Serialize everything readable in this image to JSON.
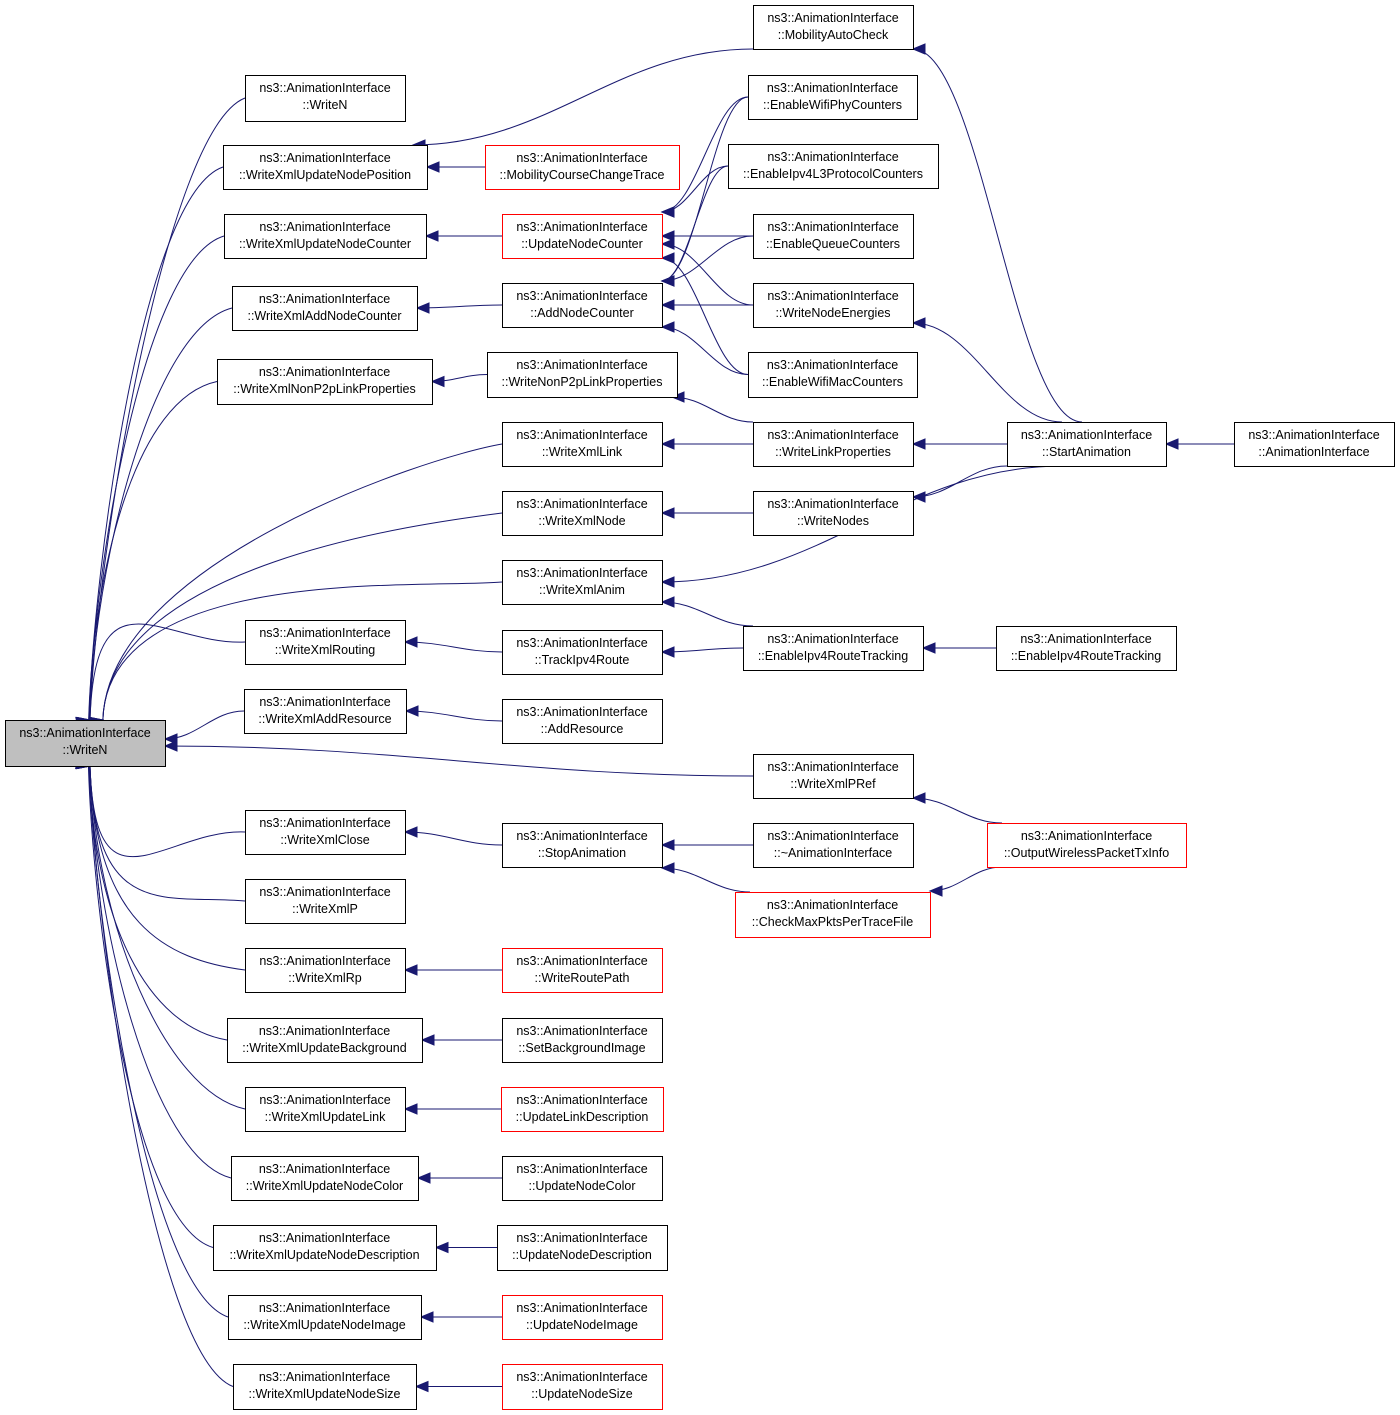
{
  "graph": {
    "edge_color": "#191970",
    "root_fill": "#bfbfbf",
    "truncated_border_color": "#ff0000",
    "nodes": [
      {
        "id": "root",
        "line1": "ns3::AnimationInterface",
        "line2": "::WriteN",
        "root": true
      },
      {
        "id": "writeN2",
        "line1": "ns3::AnimationInterface",
        "line2": "::WriteN"
      },
      {
        "id": "wxUpdNodePos",
        "line1": "ns3::AnimationInterface",
        "line2": "::WriteXmlUpdateNodePosition"
      },
      {
        "id": "wxUpdNodeCounter",
        "line1": "ns3::AnimationInterface",
        "line2": "::WriteXmlUpdateNodeCounter"
      },
      {
        "id": "wxAddNodeCounter",
        "line1": "ns3::AnimationInterface",
        "line2": "::WriteXmlAddNodeCounter"
      },
      {
        "id": "wxNonP2p",
        "line1": "ns3::AnimationInterface",
        "line2": "::WriteXmlNonP2pLinkProperties"
      },
      {
        "id": "wxLink",
        "line1": "ns3::AnimationInterface",
        "line2": "::WriteXmlLink"
      },
      {
        "id": "wxNode",
        "line1": "ns3::AnimationInterface",
        "line2": "::WriteXmlNode"
      },
      {
        "id": "wxAnim",
        "line1": "ns3::AnimationInterface",
        "line2": "::WriteXmlAnim"
      },
      {
        "id": "wxRouting",
        "line1": "ns3::AnimationInterface",
        "line2": "::WriteXmlRouting"
      },
      {
        "id": "wxAddRes",
        "line1": "ns3::AnimationInterface",
        "line2": "::WriteXmlAddResource"
      },
      {
        "id": "wxClose",
        "line1": "ns3::AnimationInterface",
        "line2": "::WriteXmlClose"
      },
      {
        "id": "wxP",
        "line1": "ns3::AnimationInterface",
        "line2": "::WriteXmlP"
      },
      {
        "id": "wxRp",
        "line1": "ns3::AnimationInterface",
        "line2": "::WriteXmlRp"
      },
      {
        "id": "wxUpdBg",
        "line1": "ns3::AnimationInterface",
        "line2": "::WriteXmlUpdateBackground"
      },
      {
        "id": "wxUpdLink",
        "line1": "ns3::AnimationInterface",
        "line2": "::WriteXmlUpdateLink"
      },
      {
        "id": "wxUpdNodeColor",
        "line1": "ns3::AnimationInterface",
        "line2": "::WriteXmlUpdateNodeColor"
      },
      {
        "id": "wxUpdNodeDesc",
        "line1": "ns3::AnimationInterface",
        "line2": "::WriteXmlUpdateNodeDescription"
      },
      {
        "id": "wxUpdNodeImage",
        "line1": "ns3::AnimationInterface",
        "line2": "::WriteXmlUpdateNodeImage"
      },
      {
        "id": "wxUpdNodeSize",
        "line1": "ns3::AnimationInterface",
        "line2": "::WriteXmlUpdateNodeSize"
      },
      {
        "id": "mobCourse",
        "line1": "ns3::AnimationInterface",
        "line2": "::MobilityCourseChangeTrace",
        "truncated": true
      },
      {
        "id": "updNodeCounter",
        "line1": "ns3::AnimationInterface",
        "line2": "::UpdateNodeCounter",
        "truncated": true
      },
      {
        "id": "addNodeCounter",
        "line1": "ns3::AnimationInterface",
        "line2": "::AddNodeCounter"
      },
      {
        "id": "writeNonP2p",
        "line1": "ns3::AnimationInterface",
        "line2": "::WriteNonP2pLinkProperties"
      },
      {
        "id": "trackIpv4",
        "line1": "ns3::AnimationInterface",
        "line2": "::TrackIpv4Route"
      },
      {
        "id": "addResource",
        "line1": "ns3::AnimationInterface",
        "line2": "::AddResource"
      },
      {
        "id": "stopAnim",
        "line1": "ns3::AnimationInterface",
        "line2": "::StopAnimation"
      },
      {
        "id": "writeRoutePath",
        "line1": "ns3::AnimationInterface",
        "line2": "::WriteRoutePath",
        "truncated": true
      },
      {
        "id": "setBgImage",
        "line1": "ns3::AnimationInterface",
        "line2": "::SetBackgroundImage"
      },
      {
        "id": "updLinkDesc",
        "line1": "ns3::AnimationInterface",
        "line2": "::UpdateLinkDescription",
        "truncated": true
      },
      {
        "id": "updNodeColor",
        "line1": "ns3::AnimationInterface",
        "line2": "::UpdateNodeColor"
      },
      {
        "id": "updNodeDesc",
        "line1": "ns3::AnimationInterface",
        "line2": "::UpdateNodeDescription"
      },
      {
        "id": "updNodeImage",
        "line1": "ns3::AnimationInterface",
        "line2": "::UpdateNodeImage",
        "truncated": true
      },
      {
        "id": "updNodeSize",
        "line1": "ns3::AnimationInterface",
        "line2": "::UpdateNodeSize",
        "truncated": true
      },
      {
        "id": "mobAutoCheck",
        "line1": "ns3::AnimationInterface",
        "line2": "::MobilityAutoCheck"
      },
      {
        "id": "enWifiPhy",
        "line1": "ns3::AnimationInterface",
        "line2": "::EnableWifiPhyCounters"
      },
      {
        "id": "enIpv4L3",
        "line1": "ns3::AnimationInterface",
        "line2": "::EnableIpv4L3ProtocolCounters"
      },
      {
        "id": "enQueue",
        "line1": "ns3::AnimationInterface",
        "line2": "::EnableQueueCounters"
      },
      {
        "id": "writeNodeEnergies",
        "line1": "ns3::AnimationInterface",
        "line2": "::WriteNodeEnergies"
      },
      {
        "id": "enWifiMac",
        "line1": "ns3::AnimationInterface",
        "line2": "::EnableWifiMacCounters"
      },
      {
        "id": "writeLinkProps",
        "line1": "ns3::AnimationInterface",
        "line2": "::WriteLinkProperties"
      },
      {
        "id": "writeNodes",
        "line1": "ns3::AnimationInterface",
        "line2": "::WriteNodes"
      },
      {
        "id": "enIpv4RouteTrack1",
        "line1": "ns3::AnimationInterface",
        "line2": "::EnableIpv4RouteTracking"
      },
      {
        "id": "writeXmlPRef",
        "line1": "ns3::AnimationInterface",
        "line2": "::WriteXmlPRef"
      },
      {
        "id": "destructor",
        "line1": "ns3::AnimationInterface",
        "line2": "::~AnimationInterface"
      },
      {
        "id": "checkMaxPkts",
        "line1": "ns3::AnimationInterface",
        "line2": "::CheckMaxPktsPerTraceFile",
        "truncated": true
      },
      {
        "id": "startAnim",
        "line1": "ns3::AnimationInterface",
        "line2": "::StartAnimation"
      },
      {
        "id": "enIpv4RouteTrack2",
        "line1": "ns3::AnimationInterface",
        "line2": "::EnableIpv4RouteTracking"
      },
      {
        "id": "outWirelessTx",
        "line1": "ns3::AnimationInterface",
        "line2": "::OutputWirelessPacketTxInfo",
        "truncated": true
      },
      {
        "id": "ctor",
        "line1": "ns3::AnimationInterface",
        "line2": "::AnimationInterface"
      }
    ],
    "edges": [
      [
        "writeN2",
        "root"
      ],
      [
        "wxUpdNodePos",
        "root"
      ],
      [
        "wxUpdNodeCounter",
        "root"
      ],
      [
        "wxAddNodeCounter",
        "root"
      ],
      [
        "wxNonP2p",
        "root"
      ],
      [
        "wxLink",
        "root"
      ],
      [
        "wxNode",
        "root"
      ],
      [
        "wxAnim",
        "root"
      ],
      [
        "wxRouting",
        "root"
      ],
      [
        "wxAddRes",
        "root"
      ],
      [
        "wxClose",
        "root"
      ],
      [
        "wxP",
        "root"
      ],
      [
        "wxRp",
        "root"
      ],
      [
        "wxUpdBg",
        "root"
      ],
      [
        "wxUpdLink",
        "root"
      ],
      [
        "wxUpdNodeColor",
        "root"
      ],
      [
        "wxUpdNodeDesc",
        "root"
      ],
      [
        "wxUpdNodeImage",
        "root"
      ],
      [
        "wxUpdNodeSize",
        "root"
      ],
      [
        "writeXmlPRef",
        "root"
      ],
      [
        "mobAutoCheck",
        "wxUpdNodePos"
      ],
      [
        "mobCourse",
        "wxUpdNodePos"
      ],
      [
        "updNodeCounter",
        "wxUpdNodeCounter"
      ],
      [
        "addNodeCounter",
        "wxAddNodeCounter"
      ],
      [
        "writeNonP2p",
        "wxNonP2p"
      ],
      [
        "writeLinkProps",
        "wxLink"
      ],
      [
        "writeNodes",
        "wxNode"
      ],
      [
        "startAnim",
        "wxAnim"
      ],
      [
        "enIpv4RouteTrack1",
        "wxAnim"
      ],
      [
        "trackIpv4",
        "wxRouting"
      ],
      [
        "addResource",
        "wxAddRes"
      ],
      [
        "stopAnim",
        "wxClose"
      ],
      [
        "writeRoutePath",
        "wxRp"
      ],
      [
        "setBgImage",
        "wxUpdBg"
      ],
      [
        "updLinkDesc",
        "wxUpdLink"
      ],
      [
        "updNodeColor",
        "wxUpdNodeColor"
      ],
      [
        "updNodeDesc",
        "wxUpdNodeDesc"
      ],
      [
        "updNodeImage",
        "wxUpdNodeImage"
      ],
      [
        "updNodeSize",
        "wxUpdNodeSize"
      ],
      [
        "enWifiPhy",
        "updNodeCounter"
      ],
      [
        "enIpv4L3",
        "updNodeCounter"
      ],
      [
        "enQueue",
        "updNodeCounter"
      ],
      [
        "writeNodeEnergies",
        "updNodeCounter"
      ],
      [
        "enWifiMac",
        "updNodeCounter"
      ],
      [
        "enWifiPhy",
        "addNodeCounter"
      ],
      [
        "enIpv4L3",
        "addNodeCounter"
      ],
      [
        "enQueue",
        "addNodeCounter"
      ],
      [
        "writeNodeEnergies",
        "addNodeCounter"
      ],
      [
        "enWifiMac",
        "addNodeCounter"
      ],
      [
        "writeLinkProps",
        "writeNonP2p"
      ],
      [
        "enIpv4RouteTrack1",
        "trackIpv4"
      ],
      [
        "destructor",
        "stopAnim"
      ],
      [
        "checkMaxPkts",
        "stopAnim"
      ],
      [
        "startAnim",
        "mobAutoCheck"
      ],
      [
        "startAnim",
        "writeNodeEnergies"
      ],
      [
        "startAnim",
        "writeLinkProps"
      ],
      [
        "startAnim",
        "writeNodes"
      ],
      [
        "ctor",
        "startAnim"
      ],
      [
        "enIpv4RouteTrack2",
        "enIpv4RouteTrack1"
      ],
      [
        "outWirelessTx",
        "writeXmlPRef"
      ],
      [
        "outWirelessTx",
        "checkMaxPkts"
      ]
    ]
  }
}
